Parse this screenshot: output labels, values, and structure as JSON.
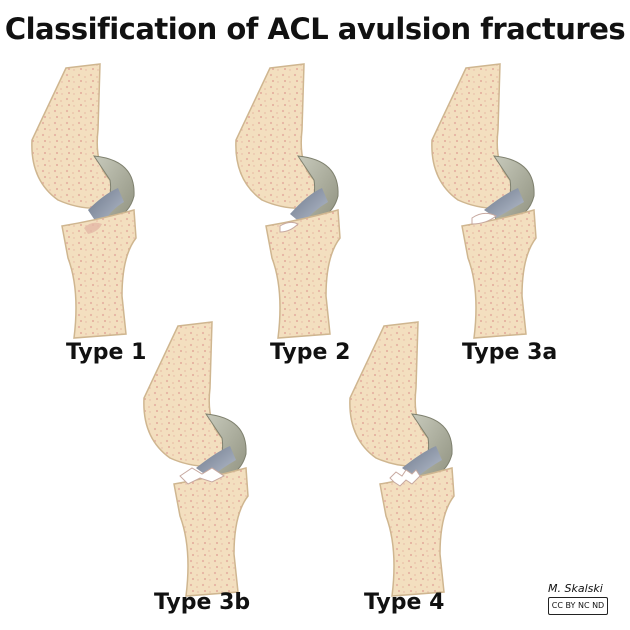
{
  "title": "Classification of ACL avulsion fractures",
  "panels": [
    {
      "label": "Type 1",
      "fragment": "none"
    },
    {
      "label": "Type 2",
      "fragment": "hinged-anterior"
    },
    {
      "label": "Type 3a",
      "fragment": "displaced-anterior"
    },
    {
      "label": "Type 3b",
      "fragment": "displaced-whole-spine"
    },
    {
      "label": "Type 4",
      "fragment": "comminuted"
    }
  ],
  "signature": "M. Skalski",
  "license": "CC BY NC ND",
  "colors": {
    "bone": "#f3dfbf",
    "bone_outline": "#cfb690",
    "cartilage": "#a9ab9b",
    "ligament": "#8b95a7",
    "fracture_fragment": "#ffffff",
    "speckle": "#e2a99a"
  }
}
